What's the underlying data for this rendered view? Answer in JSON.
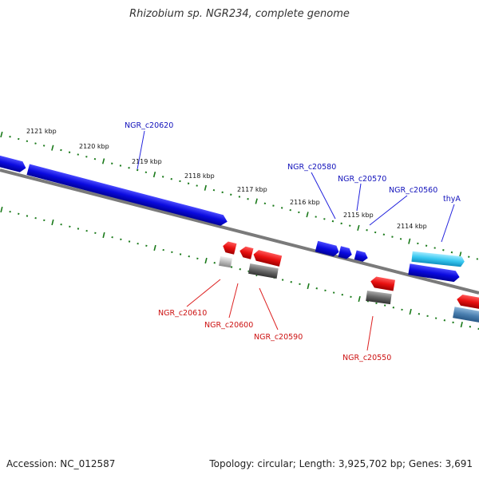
{
  "title": "Rhizobium sp. NGR234, complete genome",
  "footer": {
    "accession": "Accession: NC_012587",
    "topology": "Topology: circular; Length: 3,925,702 bp; Genes: 3,691"
  },
  "colors": {
    "backbone": "#808080",
    "tick": "#1a7a1a",
    "forward_gene": "#0a0adf",
    "reverse_gene": "#e81010",
    "forward_label": "#1111bb",
    "reverse_label": "#cc1111",
    "highlight_gene": "#38c8f0",
    "steel_gene": "#4a7fb0",
    "gray_gene": "#666666",
    "lightgray_gene": "#bbbbbb"
  },
  "kbp_labels": [
    "2121 kbp",
    "2120 kbp",
    "2119 kbp",
    "2118 kbp",
    "2117 kbp",
    "2116 kbp",
    "2115 kbp",
    "2114 kbp"
  ],
  "gene_labels": [
    "NGR_c20620",
    "NGR_c20580",
    "NGR_c20570",
    "NGR_c20560",
    "thyA",
    "NGR_c20610",
    "NGR_c20600",
    "NGR_c20590",
    "NGR_c20550"
  ]
}
